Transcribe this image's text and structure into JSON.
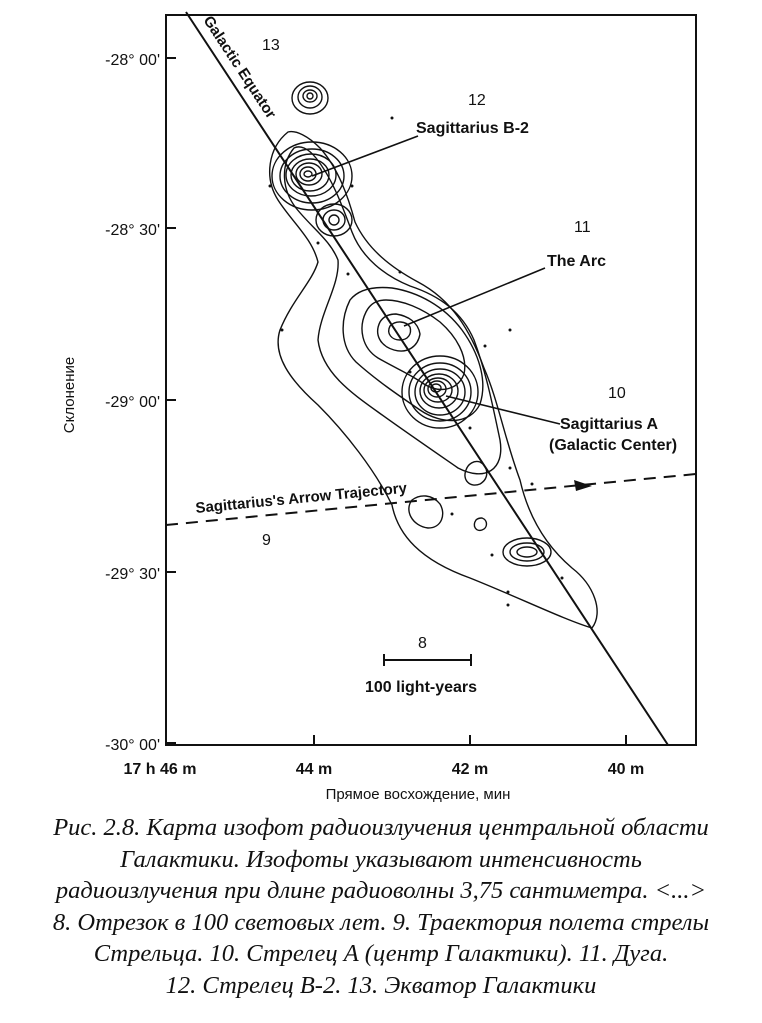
{
  "figure": {
    "y_ticks": [
      "-28° 00'",
      "-28° 30'",
      "-29° 00'",
      "-29° 30'",
      "-30° 00'"
    ],
    "x_ticks": [
      "17 h 46 m",
      "44 m",
      "42 m",
      "40 m"
    ],
    "y_label": "Склонение",
    "x_label": "Прямое восхождение, мин",
    "labels": {
      "galactic_equator": "Galactic Equator",
      "sgr_b2": "Sagittarius B-2",
      "the_arc": "The Arc",
      "sgr_a": "Sagittarius A",
      "sgr_a_sub": "(Galactic Center)",
      "arrow_trajectory": "Sagittarius's Arrow Trajectory",
      "scale_bar": "100 light-years"
    },
    "numbers": {
      "n8": "8",
      "n9": "9",
      "n10": "10",
      "n11": "11",
      "n12": "12",
      "n13": "13"
    }
  },
  "caption": {
    "lines": [
      "Рис. 2.8. Карта изофот радиоизлучения центральной области",
      "Галактики. Изофоты указывают интенсивность",
      "радиоизлучения при длине радиоволны 3,75 сантиметра. <...>",
      "8. Отрезок в 100 световых лет. 9. Траектория полета стрелы",
      "Стрельца. 10. Стрелец А (центр Галактики). 11. Дуга.",
      "12. Стрелец В-2. 13. Экватор Галактики"
    ]
  }
}
